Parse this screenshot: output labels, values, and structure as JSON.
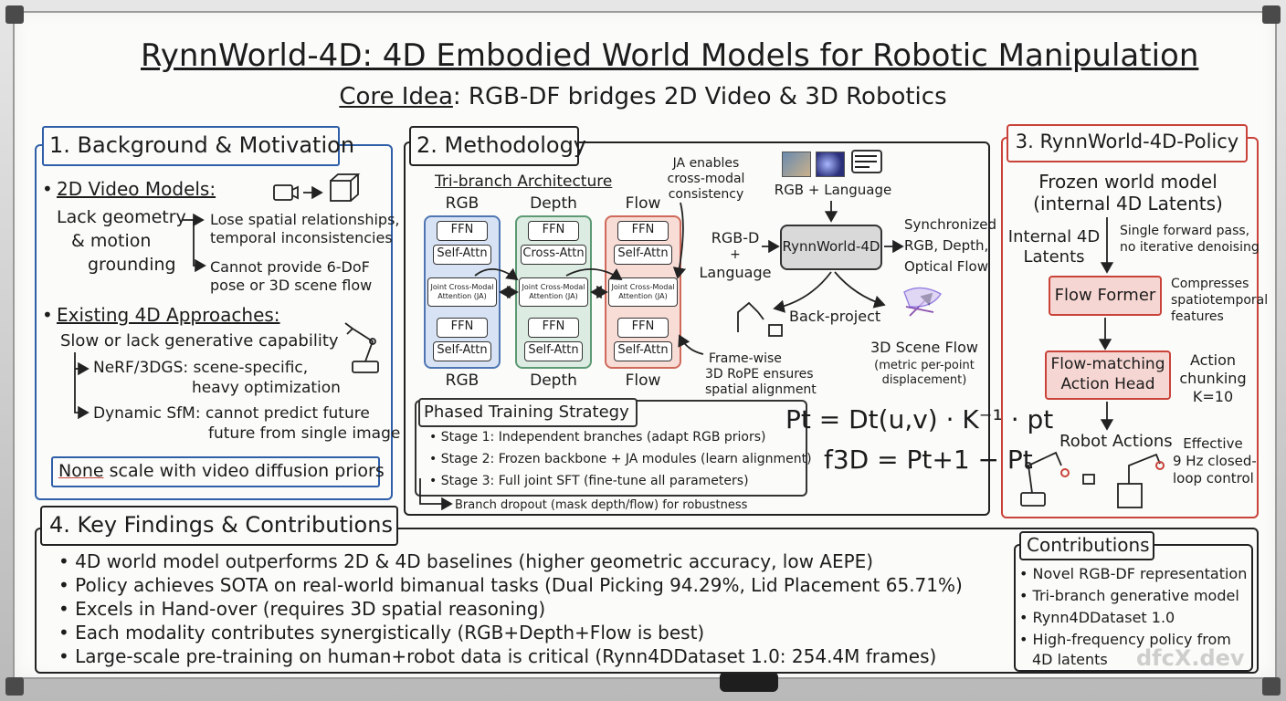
{
  "title": "RynnWorld-4D: 4D Embodied World Models for Robotic Manipulation",
  "subtitle_prefix": "Core Idea",
  "subtitle_rest": ": RGB-DF bridges 2D Video & 3D Robotics",
  "background": {
    "heading": "1. Background & Motivation",
    "video_models": {
      "label": "2D Video Models:",
      "left": [
        "Lack geometry",
        "& motion",
        "grounding"
      ],
      "effect1": [
        "Lose spatial relationships,",
        "temporal inconsistencies"
      ],
      "effect2": [
        "Cannot provide 6-DoF",
        "pose or 3D scene flow"
      ]
    },
    "existing": {
      "label": "Existing 4D Approaches:",
      "line": "Slow or lack generative capability",
      "item1": [
        "NeRF/3DGS: scene-specific,",
        "heavy optimization"
      ],
      "item2": [
        "Dynamic SfM: cannot predict future",
        "future from single image"
      ]
    },
    "none_word": "None",
    "none_rest": " scale with video diffusion priors"
  },
  "methodology": {
    "heading": "2. Methodology",
    "arch_title": "Tri-branch Architecture",
    "ja_note": [
      "JA enables",
      "cross-modal",
      "consistency"
    ],
    "branches": [
      {
        "name": "RGB",
        "blocks": [
          "FFN",
          "Self-Attn",
          "Joint Cross-Modal\nAttention (JA)",
          "FFN",
          "Self-Attn"
        ],
        "footer": "RGB",
        "color": "#d7e3f4",
        "border": "#4f76b3"
      },
      {
        "name": "Depth",
        "blocks": [
          "FFN",
          "Cross-Attn",
          "Joint Cross-Modal\nAttention (JA)",
          "FFN",
          "Self-Attn"
        ],
        "footer": "Depth",
        "color": "#dcece2",
        "border": "#5d9a73"
      },
      {
        "name": "Flow",
        "blocks": [
          "FFN",
          "Self-Attn",
          "Joint Cross-Modal\nAttention (JA)",
          "FFN",
          "Self-Attn"
        ],
        "footer": "Flow",
        "color": "#f8dcd6",
        "border": "#cf6a5a"
      }
    ],
    "inputs_label": "RGB + Language",
    "rgbd_input": [
      "RGB-D",
      "+",
      "Language"
    ],
    "core_model": "RynnWorld-4D",
    "outputs": [
      "Synchronized",
      "RGB, Depth,",
      "Optical Flow"
    ],
    "back_project": "Back-project",
    "scene_flow_title": "3D Scene Flow",
    "scene_flow_sub": [
      "(metric per-point",
      "displacement)"
    ],
    "rope_note": [
      "Frame-wise",
      "3D RoPE ensures",
      "spatial alignment"
    ],
    "training_title": "Phased Training Strategy",
    "stages": [
      "Stage 1: Independent branches (adapt RGB priors)",
      "Stage 2: Frozen backbone + JA modules (learn alignment)",
      "Stage 3: Full joint SFT (fine-tune all parameters)"
    ],
    "dropout": "Branch dropout (mask depth/flow) for robustness",
    "eq1": "Pt = Dt(u,v) · K⁻¹ · pt",
    "eq2": "f3D = Pt+1 − Pt"
  },
  "policy": {
    "heading": "3. RynnWorld-4D-Policy",
    "frozen": [
      "Frozen world model",
      "(internal 4D Latents)"
    ],
    "latents": [
      "Internal 4D",
      "Latents"
    ],
    "single_pass": [
      "Single forward pass,",
      "no iterative denoising"
    ],
    "flow_former": "Flow Former",
    "compress": [
      "Compresses",
      "spatiotemporal",
      "features"
    ],
    "action_head": [
      "Flow-matching",
      "Action Head"
    ],
    "chunking": [
      "Action",
      "chunking",
      "K=10"
    ],
    "robot_actions": "Robot Actions",
    "effective": [
      "Effective",
      "9 Hz closed-",
      "loop control"
    ]
  },
  "findings": {
    "heading": "4. Key Findings & Contributions",
    "items": [
      "4D world model outperforms 2D & 4D baselines (higher geometric accuracy, low AEPE)",
      "Policy achieves SOTA on real-world bimanual tasks (Dual Picking 94.29%, Lid Placement 65.71%)",
      "Excels in Hand-over (requires 3D spatial reasoning)",
      "Each modality contributes synergistically (RGB+Depth+Flow is best)",
      "Large-scale pre-training on human+robot data is critical (Rynn4DDataset 1.0: 254.4M frames)"
    ]
  },
  "contributions": {
    "heading": "Contributions",
    "items": [
      "Novel RGB-DF representation",
      "Tri-branch generative model",
      "Rynn4DDataset 1.0",
      "High-frequency policy from",
      "4D latents"
    ]
  },
  "watermark": "dfcX.dev",
  "colors": {
    "blue": "#2f5fa8",
    "red": "#c9433a",
    "ink": "#1c1c1c"
  }
}
